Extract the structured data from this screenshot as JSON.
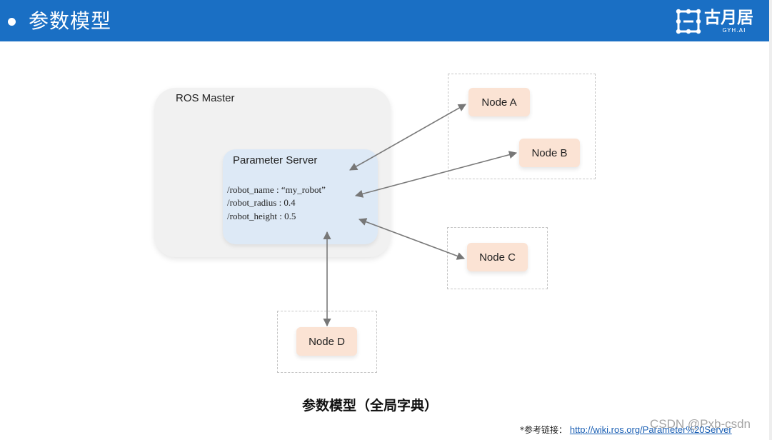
{
  "header": {
    "title": "参数模型",
    "logo_text": "古月居",
    "logo_sub": "GYH.AI",
    "color": "#1a6fc4"
  },
  "diagram": {
    "master_label": "ROS Master",
    "param_server": {
      "title": "Parameter Server",
      "lines": [
        "/robot_name : “my_robot”",
        "/robot_radius : 0.4",
        "/robot_height : 0.5"
      ]
    },
    "nodes": {
      "a": "Node A",
      "b": "Node B",
      "c": "Node C",
      "d": "Node D"
    },
    "node_fill": "#fbe3d4",
    "server_fill": "#dde9f6",
    "master_fill": "#f1f1f1"
  },
  "caption": "参数模型（全局字典）",
  "reference": {
    "label": "*参考链接：",
    "url": "http://wiki.ros.org/Parameter%20Server"
  },
  "watermark": "CSDN @Pxb-csdn"
}
